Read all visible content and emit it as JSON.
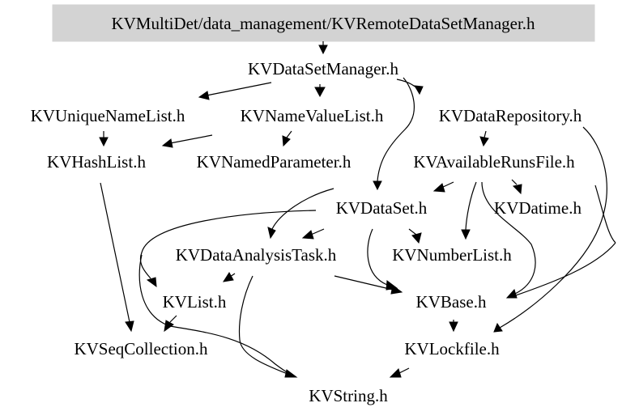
{
  "graph": {
    "root": "KVMultiDet/data_management/KVRemoteDataSetManager.h",
    "root_fill": "#d3d3d3",
    "nodes": {
      "root": "KVMultiDet/data_management/KVRemoteDataSetManager.h",
      "dataset_manager": "KVDataSetManager.h",
      "unique_name_list": "KVUniqueNameList.h",
      "name_value_list": "KVNameValueList.h",
      "data_repository": "KVDataRepository.h",
      "hash_list": "KVHashList.h",
      "named_parameter": "KVNamedParameter.h",
      "available_runs_file": "KVAvailableRunsFile.h",
      "dataset": "KVDataSet.h",
      "datime": "KVDatime.h",
      "data_analysis_task": "KVDataAnalysisTask.h",
      "number_list": "KVNumberList.h",
      "list": "KVList.h",
      "base": "KVBase.h",
      "seq_collection": "KVSeqCollection.h",
      "lockfile": "KVLockfile.h",
      "string": "KVString.h"
    }
  }
}
